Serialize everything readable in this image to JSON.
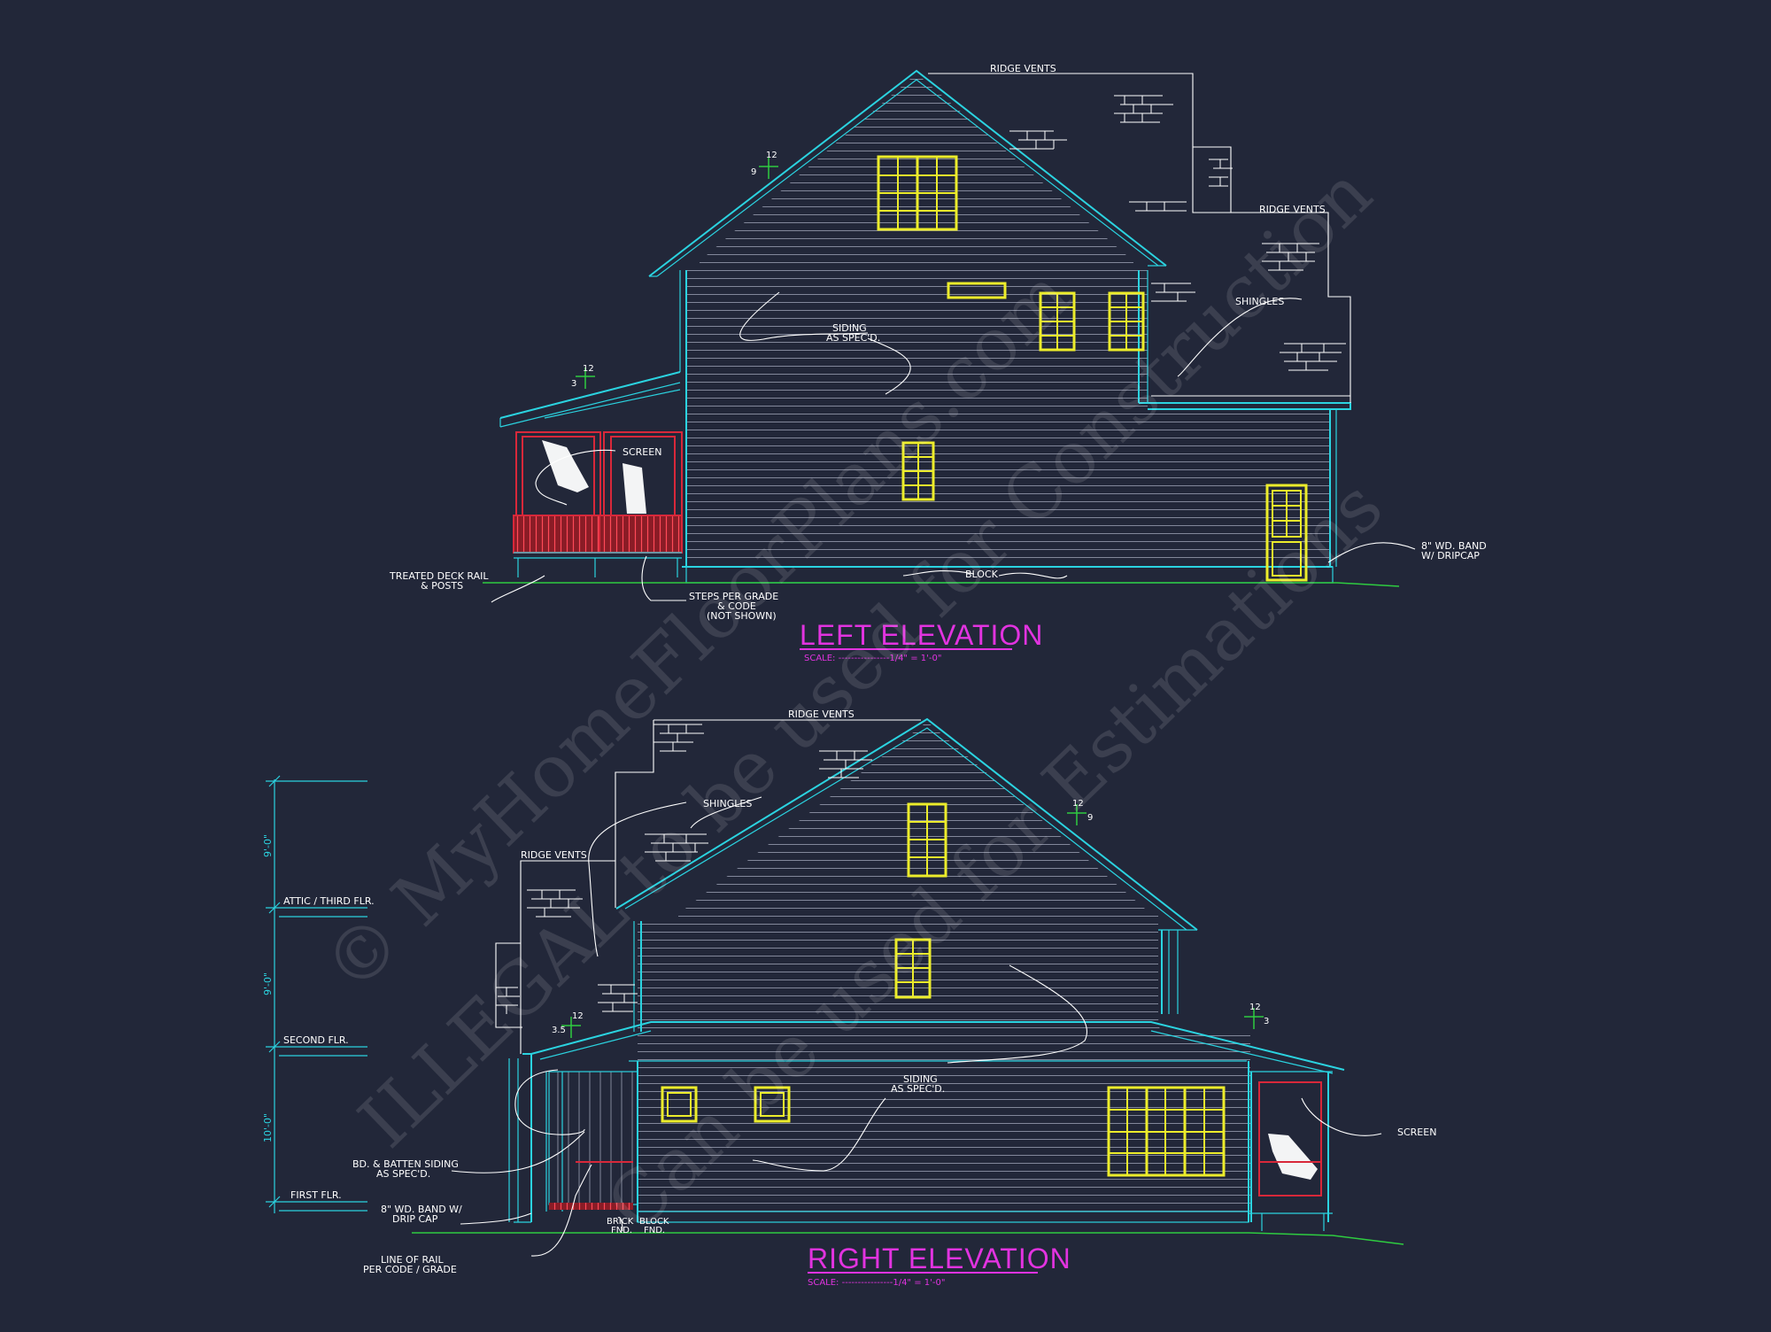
{
  "left_elevation": {
    "title": "LEFT ELEVATION",
    "scale": "SCALE: ----------------1/4\" = 1'-0\"",
    "labels": {
      "ridge_vents_top": "RIDGE VENTS",
      "ridge_vents_side": "RIDGE VENTS",
      "shingles": "SHINGLES",
      "siding_line1": "SIDING",
      "siding_line2": "AS SPEC'D.",
      "screen": "SCREEN",
      "block": "BLOCK",
      "deck_rail_line1": "TREATED DECK RAIL",
      "deck_rail_line2": "& POSTS",
      "steps_line1": "STEPS PER GRADE",
      "steps_line2": "& CODE",
      "steps_line3": "(NOT SHOWN)",
      "band_line1": "8\" WD. BAND",
      "band_line2": "W/ DRIPCAP",
      "pitch_main_rise": "9",
      "pitch_main_run": "12",
      "pitch_porch_rise": "3",
      "pitch_porch_run": "12"
    }
  },
  "right_elevation": {
    "title": "RIGHT ELEVATION",
    "scale": "SCALE: ----------------1/4\" = 1'-0\"",
    "labels": {
      "ridge_vents_top": "RIDGE VENTS",
      "ridge_vents_side": "RIDGE VENTS",
      "shingles": "SHINGLES",
      "siding_line1": "SIDING",
      "siding_line2": "AS SPEC'D.",
      "screen": "SCREEN",
      "batten_line1": "BD. & BATTEN SIDING",
      "batten_line2": "AS SPEC'D.",
      "band_line1": "8\" WD. BAND W/",
      "band_line2": "DRIP CAP",
      "rail_line1": "LINE OF RAIL",
      "rail_line2": "PER CODE / GRADE",
      "brick_line1": "BRICK",
      "brick_line2": "FND.",
      "block_line1": "BLOCK",
      "block_line2": "FND.",
      "pitch_main_rise": "9",
      "pitch_main_run": "12",
      "pitch_porch_rise": "3.5",
      "pitch_porch_run": "12",
      "pitch_right_rise": "3",
      "pitch_right_run": "12"
    },
    "levels": {
      "attic": "ATTIC / THIRD FLR.",
      "second": "SECOND FLR.",
      "first": "FIRST FLR.",
      "dim_top": "9'-0\"",
      "dim_mid": "9'-0\"",
      "dim_bottom": "10'-0\""
    }
  },
  "watermark": {
    "line1": "© MyHomeFloorPlans.com",
    "line2": "ILLEGAL to be used for Construction",
    "line3": "Can be used for Estimations"
  },
  "colors": {
    "background": "#222739",
    "outline": "#2bd3e0",
    "window": "#ecec2b",
    "screen_porch": "#d8283a",
    "title": "#e233e0",
    "grade": "#2ecc40"
  }
}
